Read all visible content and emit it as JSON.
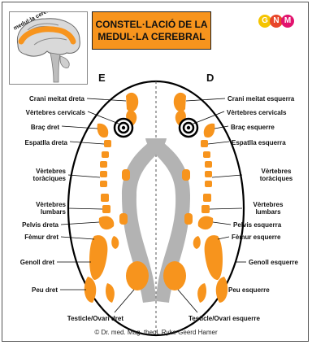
{
  "title": {
    "line1": "CONSTEL·LACIÓ DE LA",
    "line2": "MEDUL·LA CEREBRAL"
  },
  "brain_inset": {
    "label": "medul·la cerebral"
  },
  "logo": {
    "letters": [
      "G",
      "N",
      "M"
    ],
    "colors": [
      "#f5c400",
      "#e8462a",
      "#e2136e"
    ]
  },
  "sides": {
    "left": "E",
    "right": "D"
  },
  "labels_left": [
    "Crani meitat dreta",
    "Vèrtebres cervicals",
    "Braç dret",
    "Espatlla dreta",
    "Vèrtebres",
    "toràciques",
    "Vèrtebres",
    "lumbars",
    "Pelvis dreta",
    "Fèmur dret",
    "Genoll dret",
    "Peu dret",
    "Testicle/Ovari dret"
  ],
  "labels_right": [
    "Crani meitat esquerra",
    "Vèrtebres cervicals",
    "Braç esquerre",
    "Espatlla esquerra",
    "Vèrtebres",
    "toràciques",
    "Vèrtebres",
    "lumbars",
    "Pelvis esquerra",
    "Fèmur esquerre",
    "Genoll esquerre",
    "Peu esquerre",
    "Testicle/Ovari esquerre"
  ],
  "colors": {
    "organ": "#f7941d",
    "tract": "#b3b3b3",
    "outline": "#000000"
  },
  "copyright": "© Dr. med. Mag. theol. Ryke Geerd Hamer"
}
